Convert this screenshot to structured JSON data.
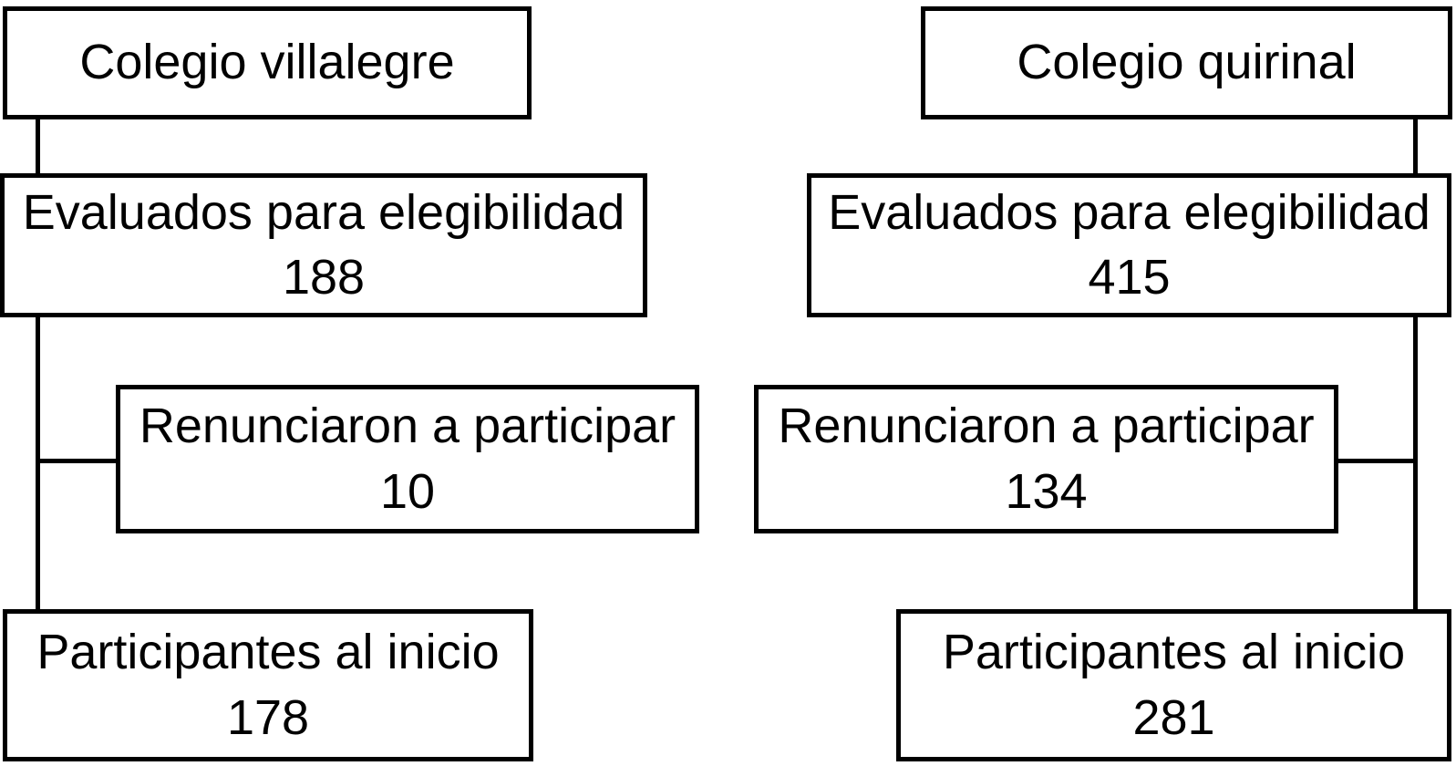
{
  "diagram": {
    "type": "participant-flow",
    "colors": {
      "background": "#ffffff",
      "line": "#000000",
      "text": "#000000"
    },
    "columns": [
      {
        "school_label": "Colegio villalegre",
        "evaluated_label": "Evaluados para elegibilidad",
        "evaluated_value": "188",
        "declined_label": "Renunciaron a participar",
        "declined_value": "10",
        "baseline_label": "Participantes al inicio",
        "baseline_value": "178"
      },
      {
        "school_label": "Colegio quirinal",
        "evaluated_label": "Evaluados para elegibilidad",
        "evaluated_value": "415",
        "declined_label": "Renunciaron a participar",
        "declined_value": "134",
        "baseline_label": "Participantes al inicio",
        "baseline_value": "281"
      }
    ]
  }
}
